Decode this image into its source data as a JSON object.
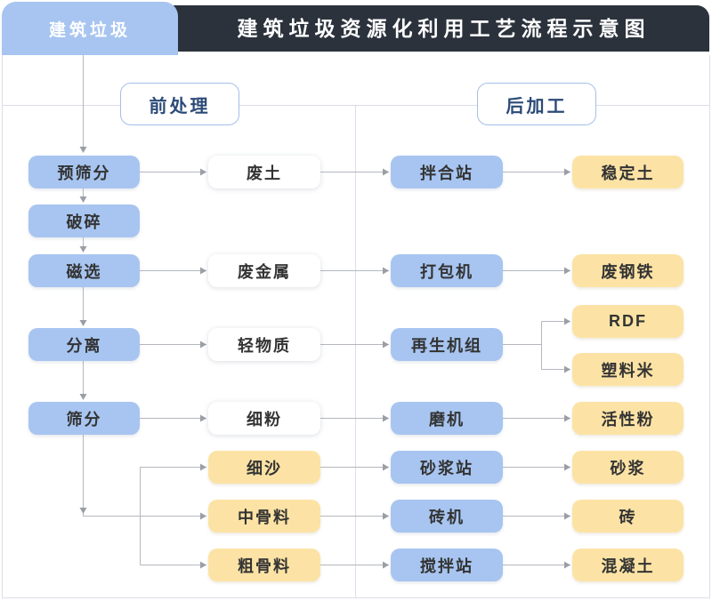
{
  "header": {
    "source_label": "建筑垃圾",
    "title": "建筑垃圾资源化利用工艺流程示意图"
  },
  "sections": {
    "pre": {
      "label": "前处理"
    },
    "post": {
      "label": "后加工"
    }
  },
  "colors": {
    "header_bg": "#2b323c",
    "title_text": "#ffffff",
    "tab_bg": "#a7c5f0",
    "tab_text": "#ffffff",
    "node_blue": "#a7c5f0",
    "node_yellow": "#fce3a5",
    "node_white": "#ffffff",
    "node_text": "#333333",
    "section_border": "#a3bfe8",
    "section_text": "#2b4a78",
    "line": "#b4b7bd",
    "arrow": "#9a9ea6",
    "frame": "#dcdde8"
  },
  "flowchart": {
    "nodes": [
      {
        "id": "yushaifen",
        "label": "预筛分",
        "color": "blue"
      },
      {
        "id": "posui",
        "label": "破碎",
        "color": "blue"
      },
      {
        "id": "cixuan",
        "label": "磁选",
        "color": "blue"
      },
      {
        "id": "fenli",
        "label": "分离",
        "color": "blue"
      },
      {
        "id": "shaifen",
        "label": "筛分",
        "color": "blue"
      },
      {
        "id": "feitu",
        "label": "废土",
        "color": "white"
      },
      {
        "id": "feijinshu",
        "label": "废金属",
        "color": "white"
      },
      {
        "id": "qingwuzhi",
        "label": "轻物质",
        "color": "white"
      },
      {
        "id": "xifen",
        "label": "细粉",
        "color": "white"
      },
      {
        "id": "xisha",
        "label": "细沙",
        "color": "yellow"
      },
      {
        "id": "zhongguliao",
        "label": "中骨料",
        "color": "yellow"
      },
      {
        "id": "cuguliao",
        "label": "粗骨料",
        "color": "yellow"
      },
      {
        "id": "banhezhan",
        "label": "拌合站",
        "color": "blue"
      },
      {
        "id": "dabaoji",
        "label": "打包机",
        "color": "blue"
      },
      {
        "id": "zaishengjizu",
        "label": "再生机组",
        "color": "blue"
      },
      {
        "id": "moji",
        "label": "磨机",
        "color": "blue"
      },
      {
        "id": "shajiangzhan",
        "label": "砂浆站",
        "color": "blue"
      },
      {
        "id": "zhuanji",
        "label": "砖机",
        "color": "blue"
      },
      {
        "id": "jiaobanzhan",
        "label": "搅拌站",
        "color": "blue"
      },
      {
        "id": "wendingtu",
        "label": "稳定土",
        "color": "yellow"
      },
      {
        "id": "feigangtie",
        "label": "废钢铁",
        "color": "yellow"
      },
      {
        "id": "rdf",
        "label": "RDF",
        "color": "yellow"
      },
      {
        "id": "suliaomi",
        "label": "塑料米",
        "color": "yellow"
      },
      {
        "id": "huoxingfen",
        "label": "活性粉",
        "color": "yellow"
      },
      {
        "id": "shajiang",
        "label": "砂浆",
        "color": "yellow"
      },
      {
        "id": "zhuan",
        "label": "砖",
        "color": "yellow"
      },
      {
        "id": "hunningtu",
        "label": "混凝土",
        "color": "yellow"
      }
    ],
    "edges": [
      {
        "from": "建筑垃圾",
        "to": "yushaifen"
      },
      {
        "from": "yushaifen",
        "to": "posui"
      },
      {
        "from": "posui",
        "to": "cixuan"
      },
      {
        "from": "cixuan",
        "to": "fenli"
      },
      {
        "from": "fenli",
        "to": "shaifen"
      },
      {
        "from": "yushaifen",
        "to": "feitu"
      },
      {
        "from": "cixuan",
        "to": "feijinshu"
      },
      {
        "from": "fenli",
        "to": "qingwuzhi"
      },
      {
        "from": "shaifen",
        "to": "xifen"
      },
      {
        "from": "shaifen",
        "to": "xisha"
      },
      {
        "from": "shaifen",
        "to": "zhongguliao"
      },
      {
        "from": "shaifen",
        "to": "cuguliao"
      },
      {
        "from": "feitu",
        "to": "banhezhan"
      },
      {
        "from": "feijinshu",
        "to": "dabaoji"
      },
      {
        "from": "qingwuzhi",
        "to": "zaishengjizu"
      },
      {
        "from": "xifen",
        "to": "moji"
      },
      {
        "from": "xisha",
        "to": "shajiangzhan"
      },
      {
        "from": "zhongguliao",
        "to": "zhuanji"
      },
      {
        "from": "cuguliao",
        "to": "jiaobanzhan"
      },
      {
        "from": "banhezhan",
        "to": "wendingtu"
      },
      {
        "from": "dabaoji",
        "to": "feigangtie"
      },
      {
        "from": "zaishengjizu",
        "to": "rdf"
      },
      {
        "from": "zaishengjizu",
        "to": "suliaomi"
      },
      {
        "from": "moji",
        "to": "huoxingfen"
      },
      {
        "from": "shajiangzhan",
        "to": "shajiang"
      },
      {
        "from": "zhuanji",
        "to": "zhuan"
      },
      {
        "from": "jiaobanzhan",
        "to": "hunningtu"
      }
    ]
  }
}
